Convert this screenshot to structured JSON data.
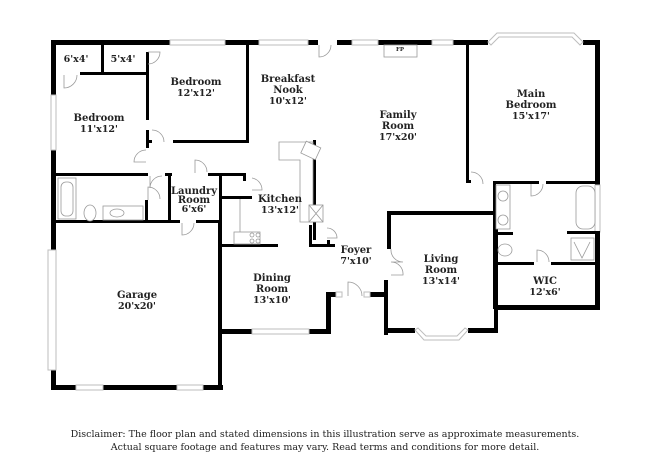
{
  "rooms": {
    "closet1": {
      "dims": "6'x4'"
    },
    "closet2": {
      "dims": "5'x4'"
    },
    "bedroom2": {
      "name": "Bedroom",
      "dims": "12'x12'"
    },
    "bedroom3": {
      "name": "Bedroom",
      "dims": "11'x12'"
    },
    "breakfast_nook": {
      "name1": "Breakfast",
      "name2": "Nook",
      "dims": "10'x12'"
    },
    "family_room": {
      "name1": "Family",
      "name2": "Room",
      "dims": "17'x20'"
    },
    "main_bedroom": {
      "name1": "Main",
      "name2": "Bedroom",
      "dims": "15'x17'"
    },
    "laundry_room": {
      "name1": "Laundry",
      "name2": "Room",
      "dims": "6'x6'"
    },
    "kitchen": {
      "name": "Kitchen",
      "dims": "13'x12'"
    },
    "foyer": {
      "name": "Foyer",
      "dims": "7'x10'"
    },
    "living_room": {
      "name1": "Living",
      "name2": "Room",
      "dims": "13'x14'"
    },
    "wic": {
      "name": "WIC",
      "dims": "12'x6'"
    },
    "garage": {
      "name": "Garage",
      "dims": "20'x20'"
    },
    "dining_room": {
      "name1": "Dining",
      "name2": "Room",
      "dims": "13'x10'"
    }
  },
  "fixtures": {
    "fireplace": "FP"
  },
  "disclaimer": {
    "line1": "Disclaimer: The floor plan and stated dimensions in this illustration serve as approximate measurements.",
    "line2": "Actual square footage and features may vary. Read terms and conditions for more detail."
  }
}
